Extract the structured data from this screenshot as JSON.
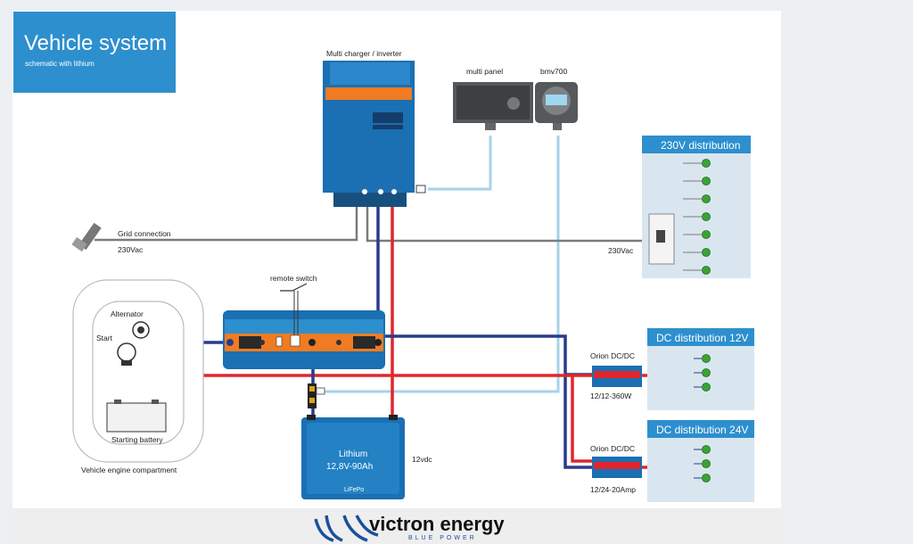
{
  "title": {
    "main": "Vehicle system",
    "sub": "schematic with lithium"
  },
  "labels": {
    "multi": "Multi charger / inverter",
    "multi_panel": "multi panel",
    "bmv": "bmv700",
    "dist230": "230V distribution",
    "grid": "Grid connection",
    "v230_left": "230Vac",
    "v230_right": "230Vac",
    "remote_switch": "remote switch",
    "alternator": "Alternator",
    "start": "Start",
    "starting_battery": "Starting battery",
    "engine_compartment": "Vehicle engine compartment",
    "lithium_name": "Lithium",
    "lithium_spec": "12,8V-90Ah",
    "lifepo": "LiFePo",
    "v12dc": "12vdc",
    "dc12": "DC distribution 12V",
    "dc24": "DC distribution 24V",
    "orion_1": "Orion DC/DC",
    "orion_1_spec": "12/12-360W",
    "orion_2": "Orion DC/DC",
    "orion_2_spec": "12/24-20Amp",
    "footer_brand": "victron energy",
    "footer_tag": "BLUE POWER"
  },
  "colors": {
    "brand_blue": "#2d8fce",
    "wire_red": "#e0262d",
    "wire_blue": "#283c8c",
    "wire_gray": "#7b7b7b",
    "comm_cable": "#a7d2ea",
    "device_orange": "#f07b22",
    "node_green": "#3aa335"
  },
  "icons": [
    "grid-plug-icon",
    "alternator-icon",
    "starter-motor-icon",
    "victron-logo-icon"
  ]
}
